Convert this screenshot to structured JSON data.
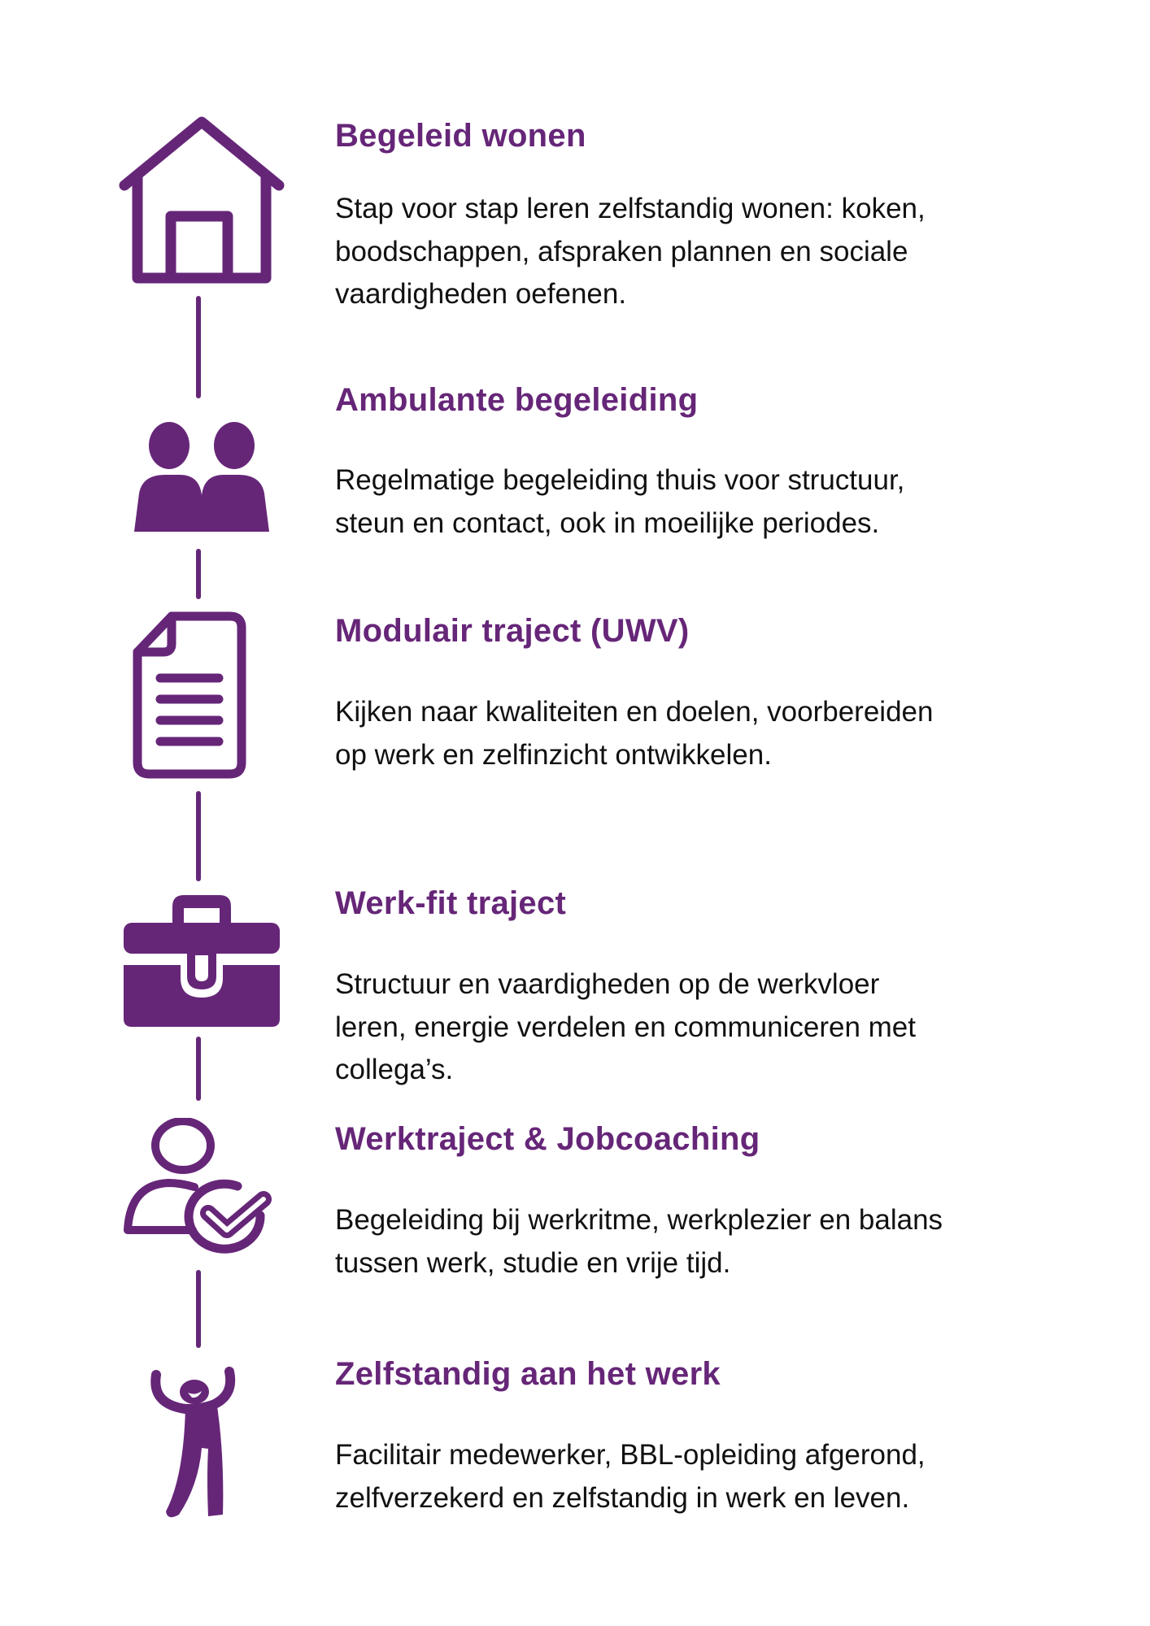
{
  "accent_color": "#662678",
  "steps": [
    {
      "icon": "house-icon",
      "title": "Begeleid wonen",
      "lines": [
        "Stap voor stap leren zelfstandig wonen: koken,",
        "boodschappen, afspraken plannen en sociale",
        "vaardigheden oefenen."
      ]
    },
    {
      "icon": "people-icon",
      "title": "Ambulante begeleiding",
      "lines": [
        "Regelmatige begeleiding thuis voor structuur,",
        "steun en contact, ook in moeilijke periodes."
      ]
    },
    {
      "icon": "document-icon",
      "title": "Modulair traject (UWV)",
      "lines": [
        "Kijken naar kwaliteiten en doelen, voorbereiden",
        "op werk en zelfinzicht ontwikkelen."
      ]
    },
    {
      "icon": "briefcase-icon",
      "title": "Werk-fit traject",
      "lines": [
        "Structuur en vaardigheden op de werkvloer",
        "leren, energie verdelen en communiceren met",
        "collega’s."
      ]
    },
    {
      "icon": "person-check-icon",
      "title": "Werktraject & Jobcoaching",
      "lines": [
        "Begeleiding bij werkritme, werkplezier en balans",
        "tussen werk, studie en vrije tijd."
      ]
    },
    {
      "icon": "cheering-person-icon",
      "title": "Zelfstandig aan het werk",
      "lines": [
        "Facilitair medewerker, BBL-opleiding afgerond,",
        "zelfverzekerd en zelfstandig in werk en leven."
      ]
    }
  ]
}
